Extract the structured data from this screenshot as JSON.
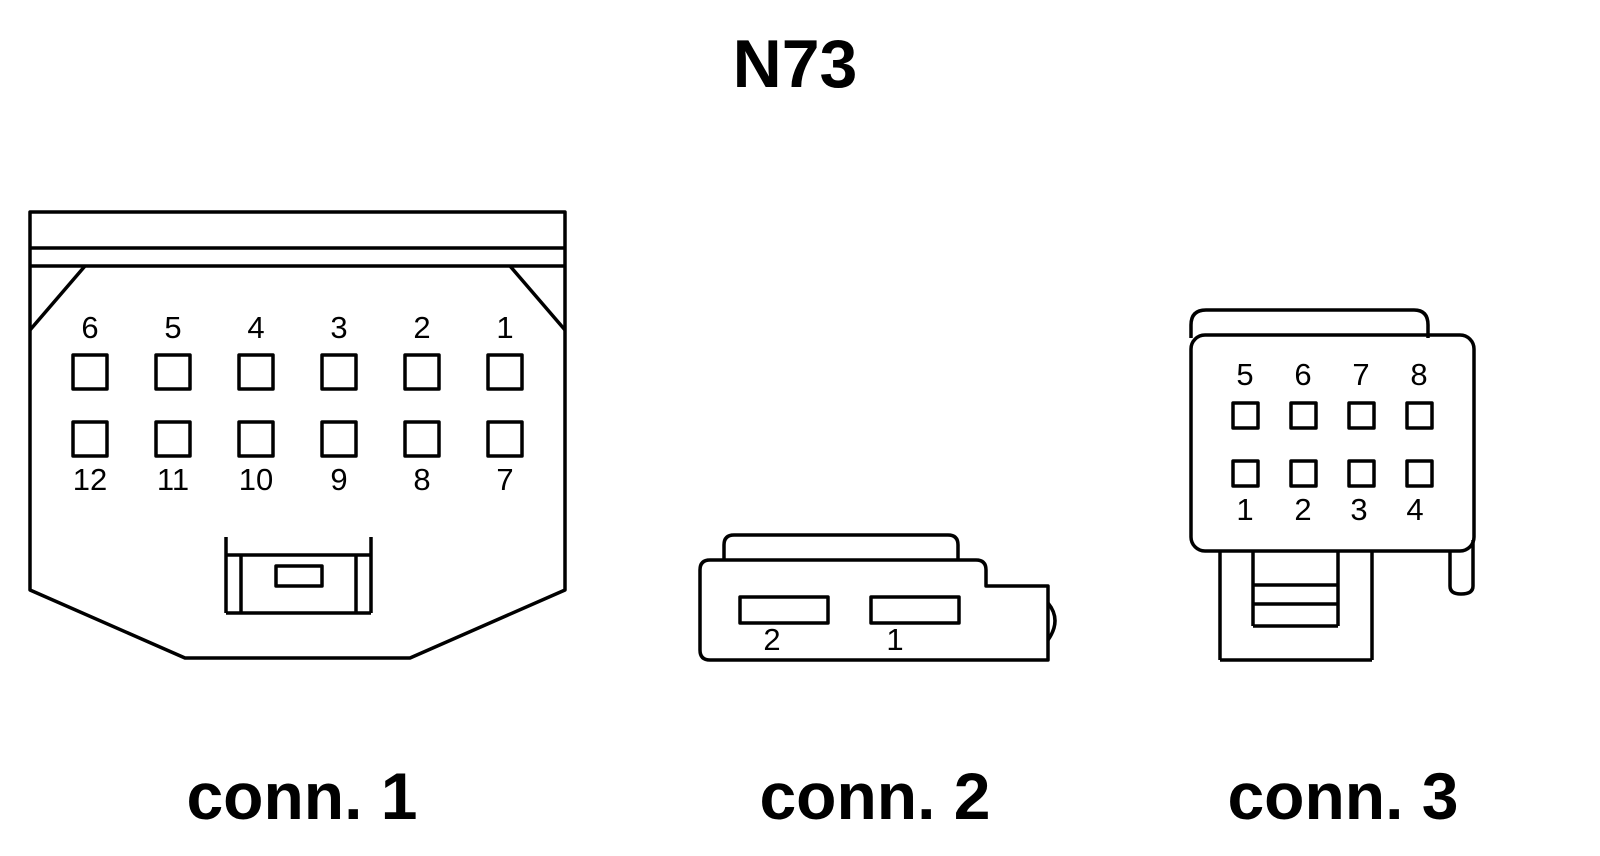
{
  "title": "N73",
  "connectors": [
    {
      "caption": "conn. 1",
      "top_pins": [
        "6",
        "5",
        "4",
        "3",
        "2",
        "1"
      ],
      "bottom_pins": [
        "12",
        "11",
        "10",
        "9",
        "8",
        "7"
      ]
    },
    {
      "caption": "conn. 2",
      "pins": [
        "2",
        "1"
      ]
    },
    {
      "caption": "conn. 3",
      "top_pins": [
        "5",
        "6",
        "7",
        "8"
      ],
      "bottom_pins": [
        "1",
        "2",
        "3",
        "4"
      ]
    }
  ]
}
